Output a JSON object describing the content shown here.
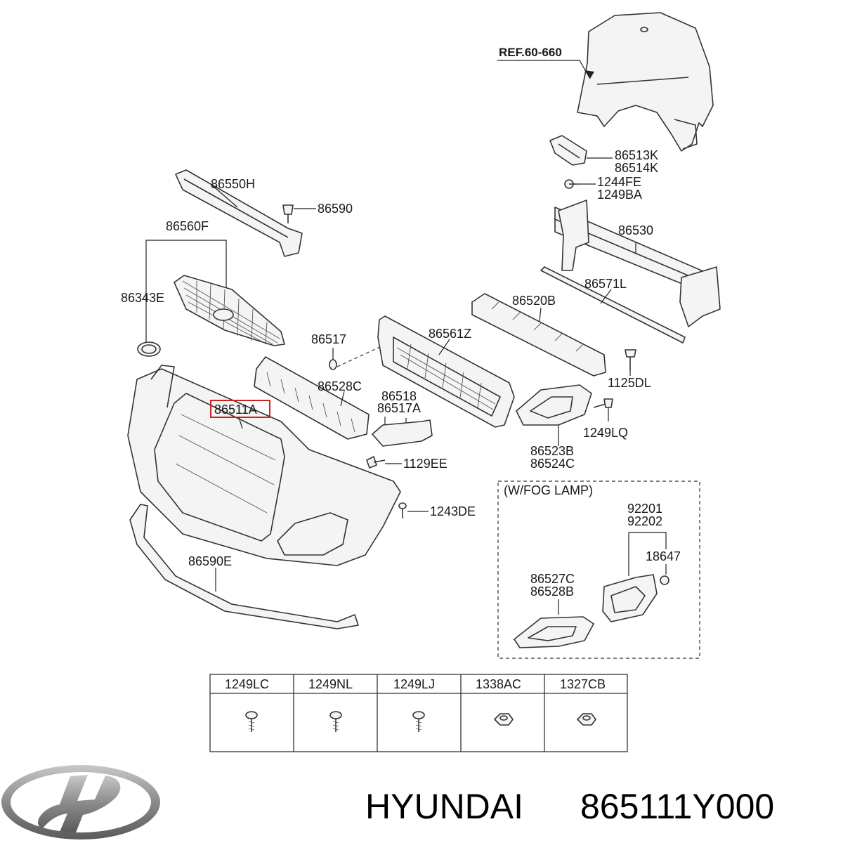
{
  "reference": "REF.60-660",
  "callouts": [
    "86513K",
    "86514K",
    "1244FE",
    "1249BA",
    "86530",
    "86550H",
    "86590",
    "86560F",
    "86343E",
    "86571L",
    "86520B",
    "86517",
    "86561Z",
    "1125DL",
    "86528C",
    "86518",
    "86517A",
    "86511A",
    "1249LQ",
    "86523B",
    "86524C",
    "1129EE",
    "1243DE",
    "86590E"
  ],
  "fog_lamp_box": {
    "title": "(W/FOG LAMP)",
    "callouts": [
      "92201",
      "92202",
      "18647",
      "86527C",
      "86528B"
    ]
  },
  "fastener_table": {
    "headers": [
      "1249LC",
      "1249NL",
      "1249LJ",
      "1338AC",
      "1327CB"
    ],
    "icons": [
      "screw-icon",
      "screw-icon",
      "screw-icon",
      "nut-icon",
      "nut-icon"
    ]
  },
  "highlighted_part": "86511A",
  "highlight_color": "#cc2222",
  "brand": "HYUNDAI",
  "part_number": "865111Y000"
}
